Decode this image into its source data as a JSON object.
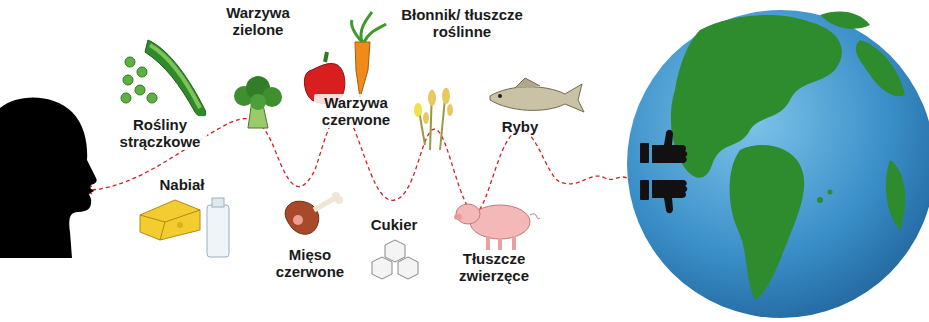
{
  "diagram": {
    "labels": [
      "Warzywa zielone",
      "Błonnik/ tłuszcze roślinne",
      "Warzywa czerwone",
      "Rośliny strączkowe",
      "Ryby",
      "Nabiał",
      "Cukier",
      "Mięso czerwone",
      "Tłuszcze zwierzęce"
    ]
  }
}
